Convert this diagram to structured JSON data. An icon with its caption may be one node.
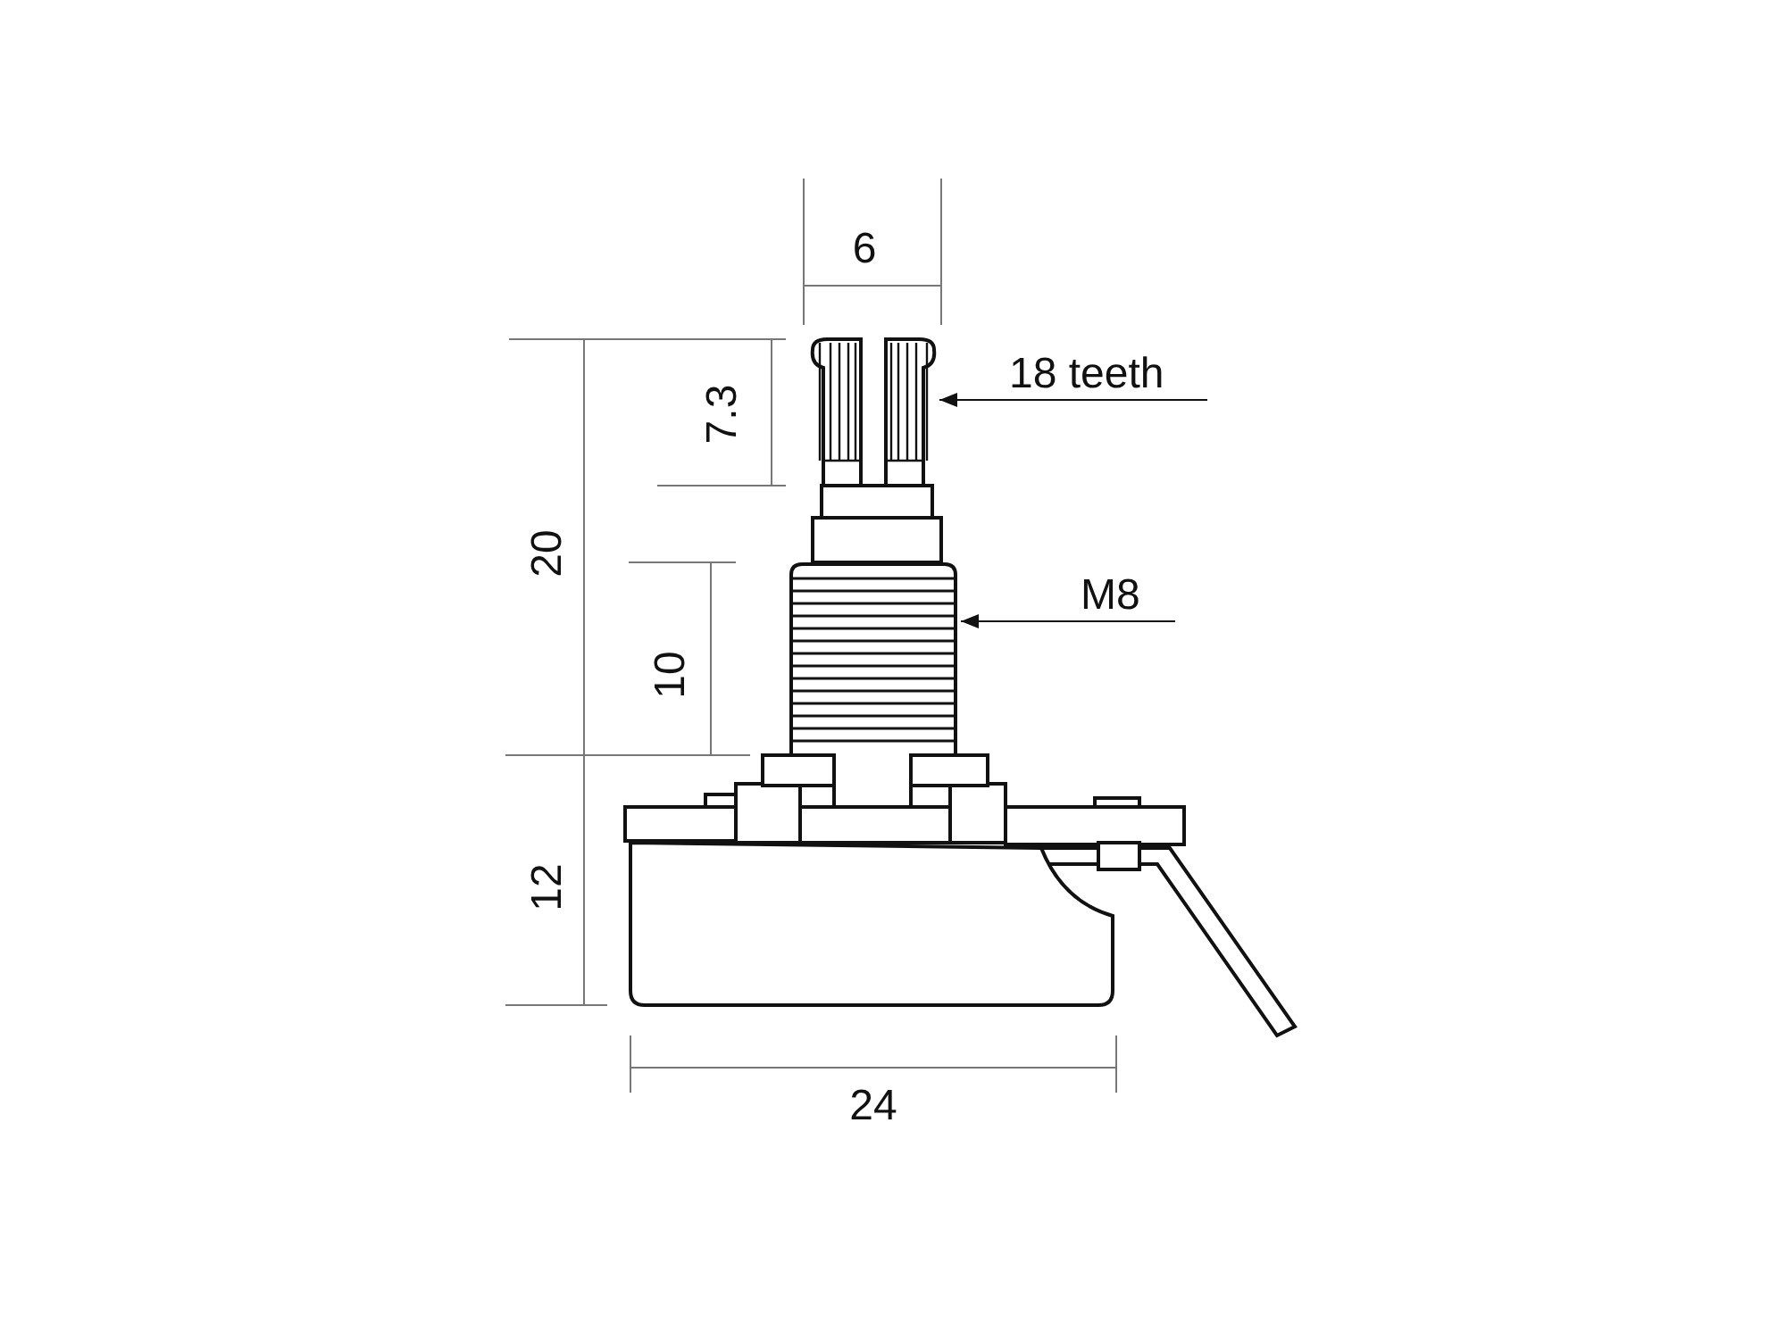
{
  "diagram": {
    "nodes": [
      {
        "text": [
          "18 teeth"
        ]
      },
      {
        "text": [],
        "shape": "picture"
      },
      {
        "text": [
          "M8"
        ]
      },
      {
        "text": [],
        "shape": "picture"
      }
    ],
    "edges": [
      {
        "from": 0,
        "to": 1,
        "arrow": "to"
      },
      {
        "from": 2,
        "to": 3,
        "arrow": "to"
      }
    ],
    "labels": [
      "6",
      "7.3",
      "20",
      "10",
      "12",
      "24"
    ]
  }
}
